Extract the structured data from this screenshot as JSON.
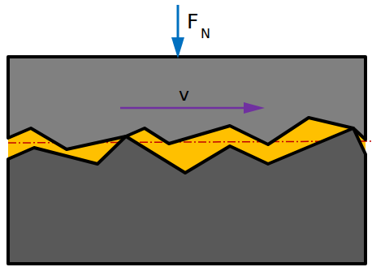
{
  "diagram": {
    "labels": [
      "F",
      "N",
      "v"
    ]
  }
}
